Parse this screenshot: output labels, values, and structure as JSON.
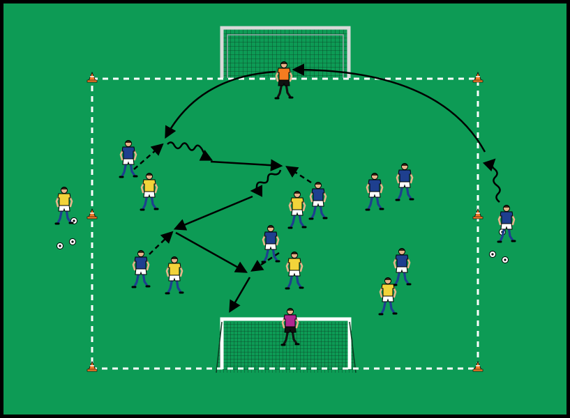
{
  "diagram": {
    "pitch_color": "#0d9b55",
    "border_color": "#000000",
    "boundary_color": "#ffffff",
    "cone_color": "#f07a2a",
    "net_color": "#0b5e2f",
    "post_color": "#ffffff",
    "arrow_color": "#000000"
  },
  "teams": {
    "blue": {
      "shirt": "#1e3f8f",
      "shorts": "#ffffff",
      "socks": "#1e3f8f"
    },
    "yellow_bib": {
      "shirt": "#f2d43a",
      "shorts": "#ffffff",
      "socks": "#1e3f8f"
    },
    "keeper_top": {
      "shirt": "#f47c20",
      "shorts": "#111111",
      "socks": "#111111"
    },
    "keeper_bottom": {
      "shirt": "#b02890",
      "shorts": "#111111",
      "socks": "#111111"
    }
  },
  "players": [
    {
      "id": "gk-top",
      "team": "keeper_top"
    },
    {
      "id": "gk-bottom",
      "team": "keeper_bottom"
    },
    {
      "id": "blue-1",
      "team": "blue"
    },
    {
      "id": "blue-2",
      "team": "blue"
    },
    {
      "id": "blue-3",
      "team": "blue"
    },
    {
      "id": "blue-4",
      "team": "blue"
    },
    {
      "id": "blue-5",
      "team": "blue"
    },
    {
      "id": "blue-6",
      "team": "blue"
    },
    {
      "id": "blue-7",
      "team": "blue"
    },
    {
      "id": "blue-8",
      "team": "blue"
    },
    {
      "id": "yellow-1",
      "team": "yellow_bib"
    },
    {
      "id": "yellow-2",
      "team": "yellow_bib"
    },
    {
      "id": "yellow-3",
      "team": "yellow_bib"
    },
    {
      "id": "yellow-4",
      "team": "yellow_bib"
    },
    {
      "id": "yellow-5",
      "team": "yellow_bib"
    },
    {
      "id": "yellow-6",
      "team": "yellow_bib"
    },
    {
      "id": "yellow-7",
      "team": "yellow_bib"
    }
  ],
  "movements": [
    {
      "id": "keeper-distribution",
      "kind": "pass"
    },
    {
      "id": "wide-run-in",
      "kind": "pass"
    },
    {
      "id": "first-pass",
      "kind": "run"
    },
    {
      "id": "dribble-1",
      "kind": "dribble"
    },
    {
      "id": "pass-1",
      "kind": "pass"
    },
    {
      "id": "run-2",
      "kind": "run"
    },
    {
      "id": "dribble-2",
      "kind": "dribble"
    },
    {
      "id": "pass-2",
      "kind": "pass"
    },
    {
      "id": "run-3",
      "kind": "run"
    },
    {
      "id": "pass-3",
      "kind": "pass"
    },
    {
      "id": "run-4",
      "kind": "run"
    },
    {
      "id": "shot",
      "kind": "pass"
    }
  ]
}
